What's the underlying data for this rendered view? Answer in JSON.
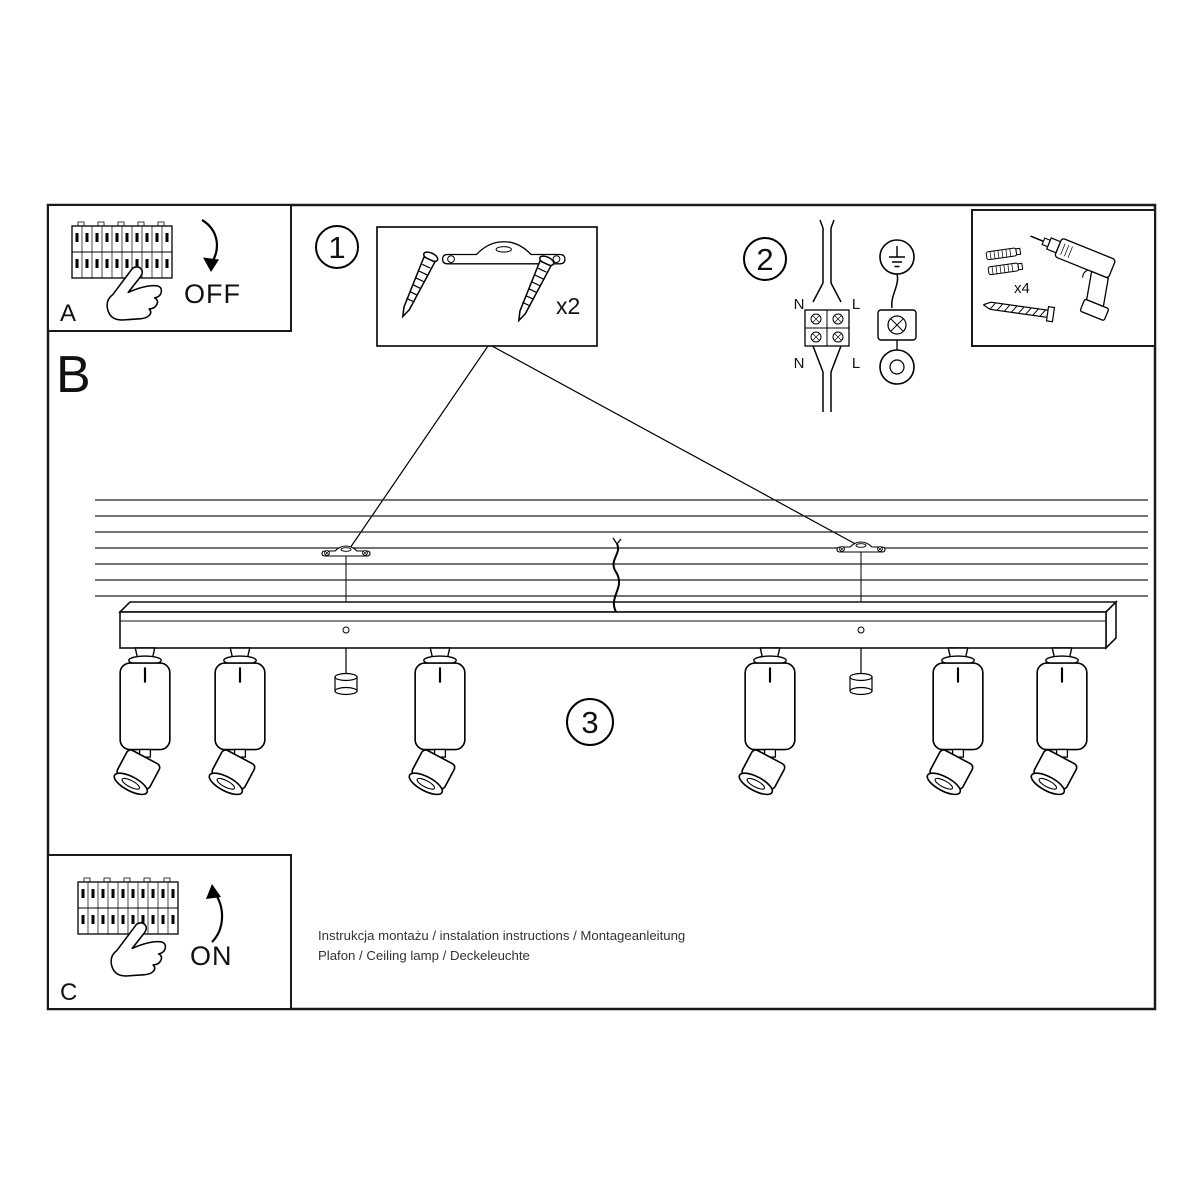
{
  "panels": {
    "a": {
      "label": "A",
      "switch_label": "OFF"
    },
    "b": {
      "label": "B"
    },
    "c": {
      "label": "C",
      "switch_label": "ON"
    }
  },
  "steps": {
    "one": "1",
    "two": "2",
    "three": "3"
  },
  "quantities": {
    "mounting_brackets": "x2",
    "screws": "x4"
  },
  "wiring": {
    "top_n": "N",
    "top_l": "L",
    "bottom_n": "N",
    "bottom_l": "L"
  },
  "footer": {
    "line1": "Instrukcja montażu / instalation instructions / Montageanleitung",
    "line2": "Plafon / Ceiling lamp / Deckeleuchte"
  }
}
